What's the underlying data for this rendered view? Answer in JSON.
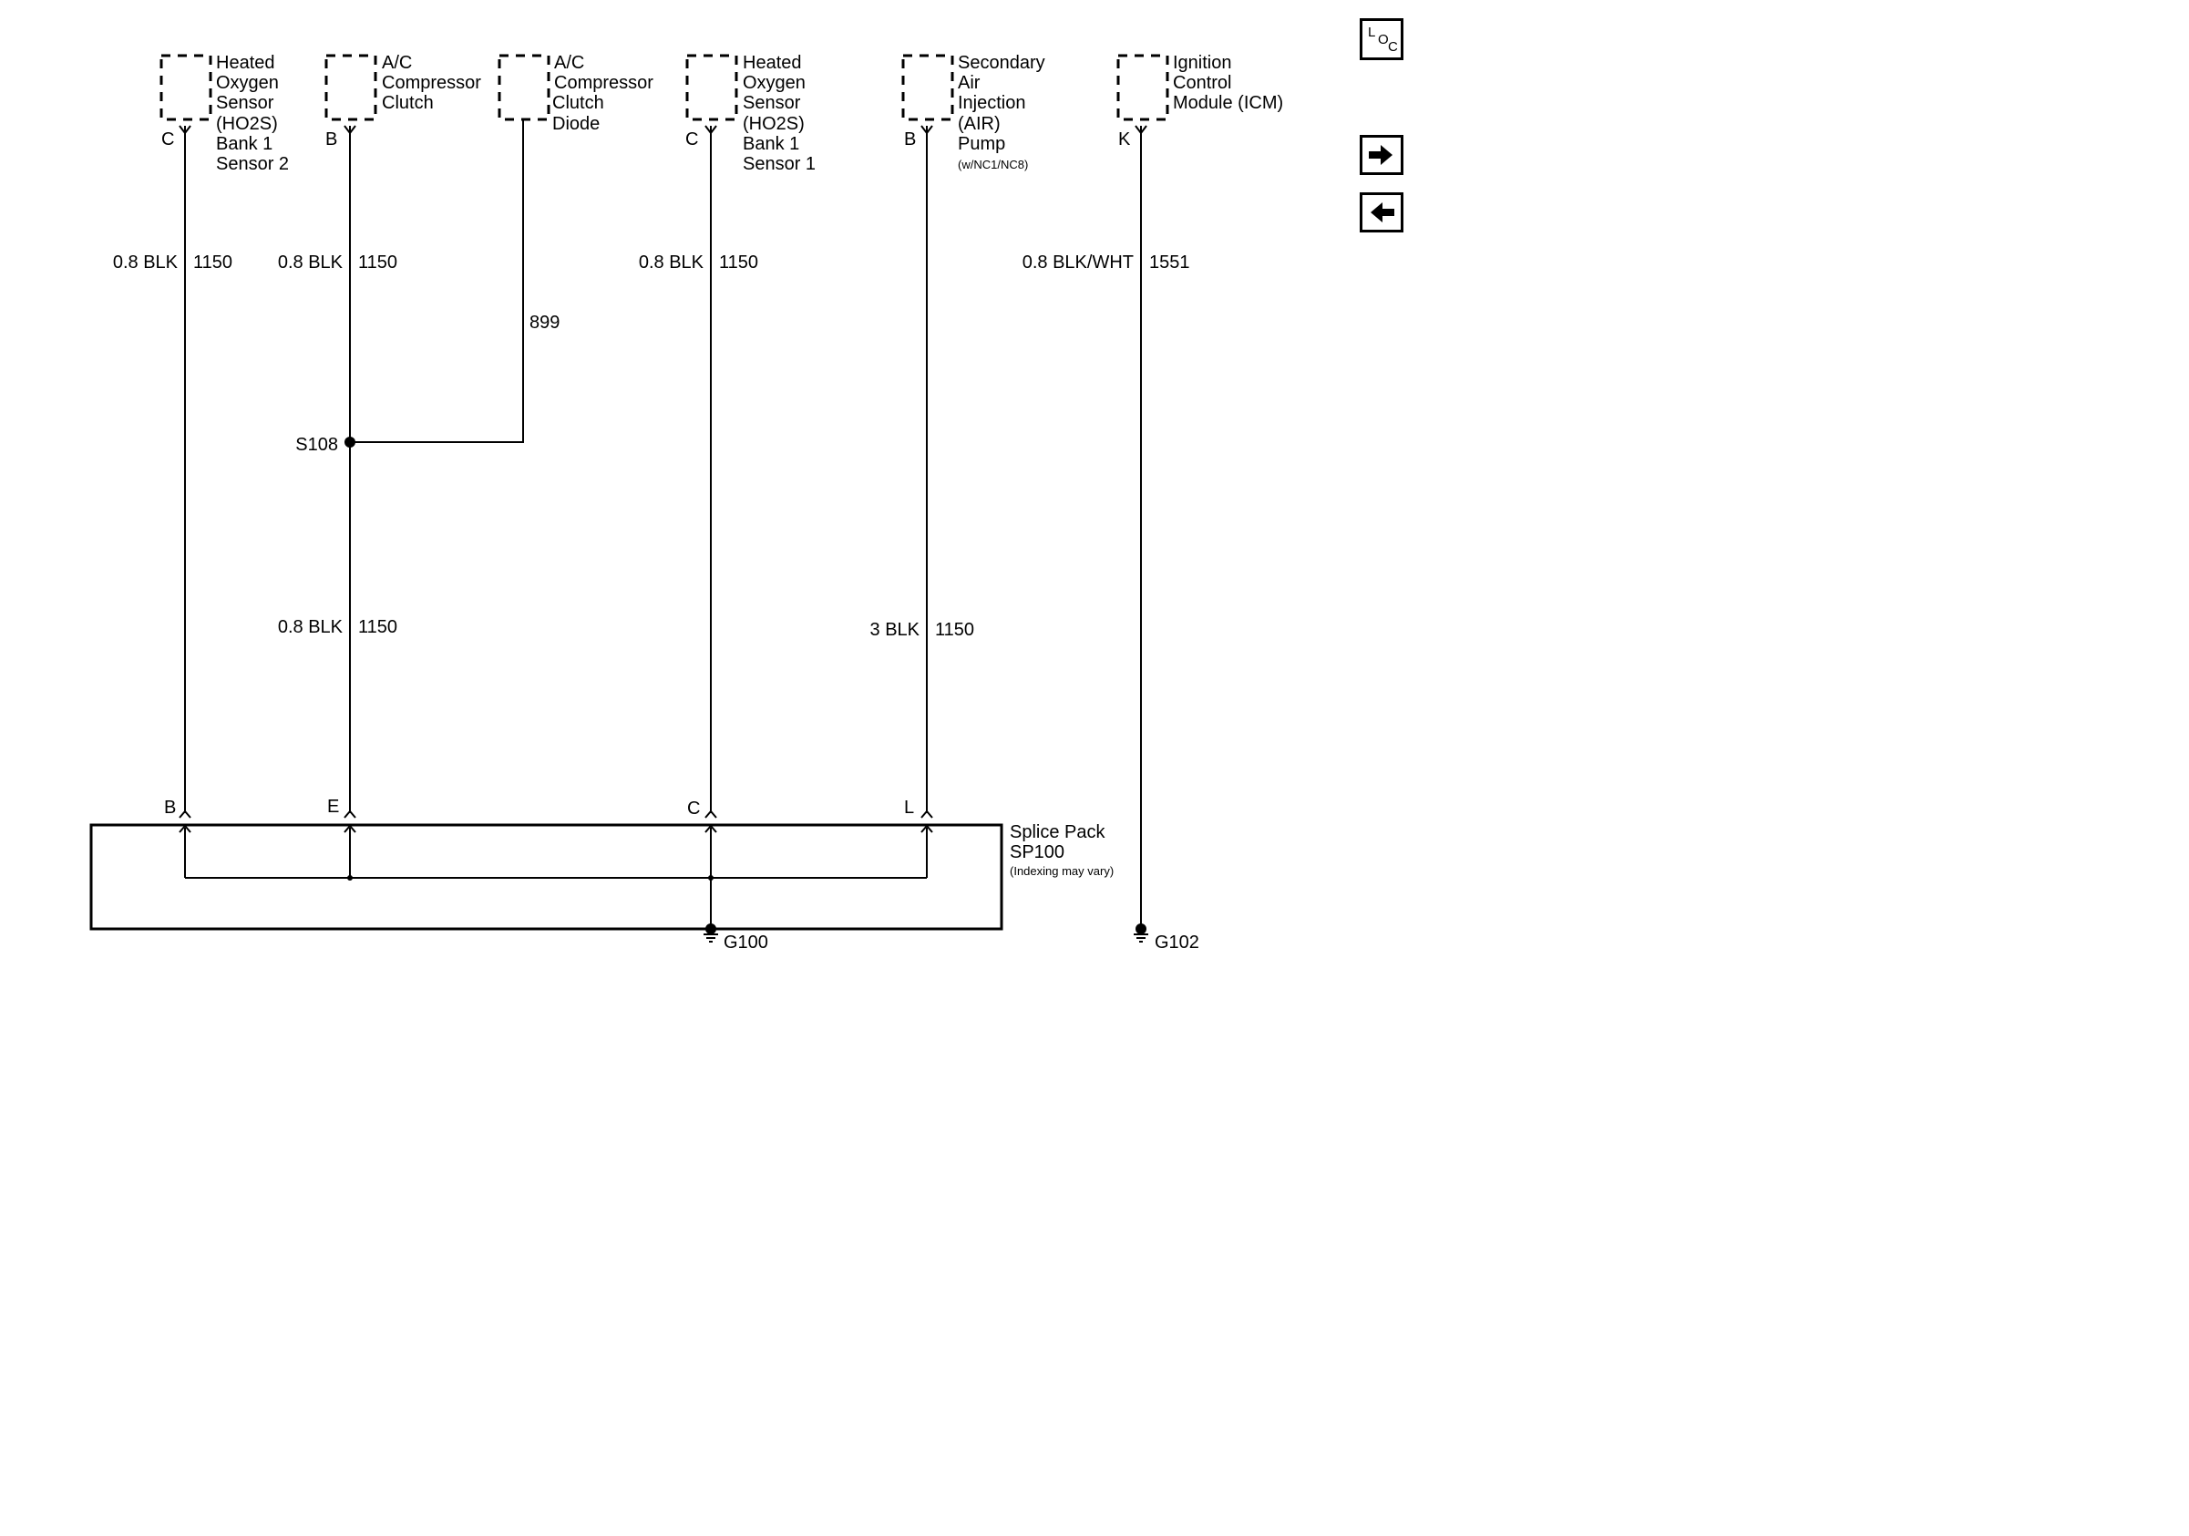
{
  "components": {
    "ho2s_b1s2": [
      "Heated",
      "Oxygen",
      "Sensor",
      "(HO2S)",
      "Bank 1",
      "Sensor 2"
    ],
    "ac_clutch": [
      "A/C",
      "Compressor",
      "Clutch"
    ],
    "ac_diode": [
      "A/C",
      "Compressor",
      "Clutch",
      "Diode"
    ],
    "ho2s_b1s1": [
      "Heated",
      "Oxygen",
      "Sensor",
      "(HO2S)",
      "Bank 1",
      "Sensor 1"
    ],
    "air_pump": [
      "Secondary",
      "Air",
      "Injection",
      "(AIR)",
      "Pump"
    ],
    "air_pump_note": "(w/NC1/NC8)",
    "icm": [
      "Ignition",
      "Control",
      "Module (ICM)"
    ]
  },
  "pins": {
    "ho2s_b1s2": "C",
    "ac_clutch": "B",
    "ho2s_b1s1": "C",
    "air_pump": "B",
    "icm": "K",
    "sp_b": "B",
    "sp_e": "E",
    "sp_c": "C",
    "sp_l": "L"
  },
  "wires": {
    "w1": {
      "color": "0.8 BLK",
      "circuit": "1150"
    },
    "w2": {
      "color": "0.8 BLK",
      "circuit": "1150"
    },
    "w3": {
      "circuit": "899"
    },
    "w4": {
      "color": "0.8 BLK",
      "circuit": "1150"
    },
    "w5": {
      "color": "0.8 BLK/WHT",
      "circuit": "1551"
    },
    "w6": {
      "color": "0.8 BLK",
      "circuit": "1150"
    },
    "w7": {
      "color": "3 BLK",
      "circuit": "1150"
    }
  },
  "splice": "S108",
  "splice_pack": {
    "name": [
      "Splice Pack",
      "SP100"
    ],
    "note": "(Indexing may vary)"
  },
  "grounds": {
    "g100": "G100",
    "g102": "G102"
  },
  "nav": {
    "loc_letters": [
      "L",
      "O",
      "C"
    ],
    "next_icon": "arrow-right-icon",
    "prev_icon": "arrow-left-icon"
  }
}
